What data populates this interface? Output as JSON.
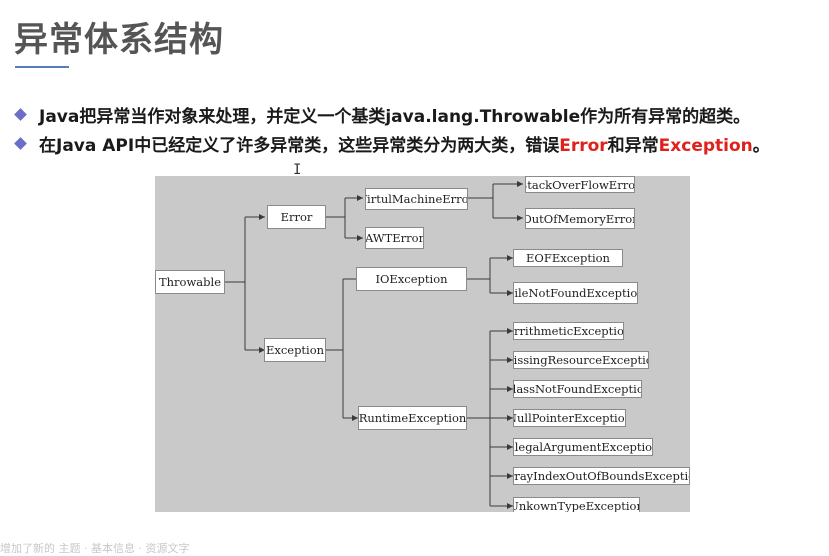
{
  "slide": {
    "title": "异常体系结构",
    "bullets": [
      {
        "parts": [
          {
            "text": "Java把异常当作对象来处理，并定义一个基类java.lang.Throwable作为所有异常的超类。",
            "color": "normal"
          }
        ]
      },
      {
        "parts": [
          {
            "text": "在Java API中已经定义了许多异常类，这些异常类分为两大类，错误",
            "color": "normal"
          },
          {
            "text": "Error",
            "color": "red"
          },
          {
            "text": "和异常",
            "color": "normal"
          },
          {
            "text": "Exception",
            "color": "red"
          },
          {
            "text": "。",
            "color": "normal"
          }
        ]
      }
    ],
    "footer": "增加了新的 主题 · 基本信息 · 资源文字"
  },
  "diagram": {
    "nodes": {
      "throwable": "Throwable",
      "error": "Error",
      "exception": "Exception",
      "virtual_machine_error": "VirtulMachineError",
      "awt_error": "AWTError",
      "stack_overflow_error": "StackOverFlowError",
      "out_of_memory_error": "OutOfMemoryError",
      "io_exception": "IOException",
      "eof_exception": "EOFException",
      "file_not_found_exception": "FileNotFoundException",
      "runtime_exception": "RuntimeException",
      "arithmetic_exception": "ArrithmeticException",
      "missing_resource_exception": "MissingResourceException",
      "class_not_found_exception": "ClassNotFoundException",
      "null_pointer_exception": "NullPointerException",
      "illegal_argument_exception": "IllegalArgumentException",
      "array_index_out_of_bounds_exception": "ArrayIndexOutOfBoundsException",
      "unkown_type_exception": "UnkownTypeException"
    }
  },
  "colors": {
    "accent_bullet": "#6b6fc7",
    "highlight_red": "#e0201b",
    "diagram_bg": "#c9c9c9"
  }
}
